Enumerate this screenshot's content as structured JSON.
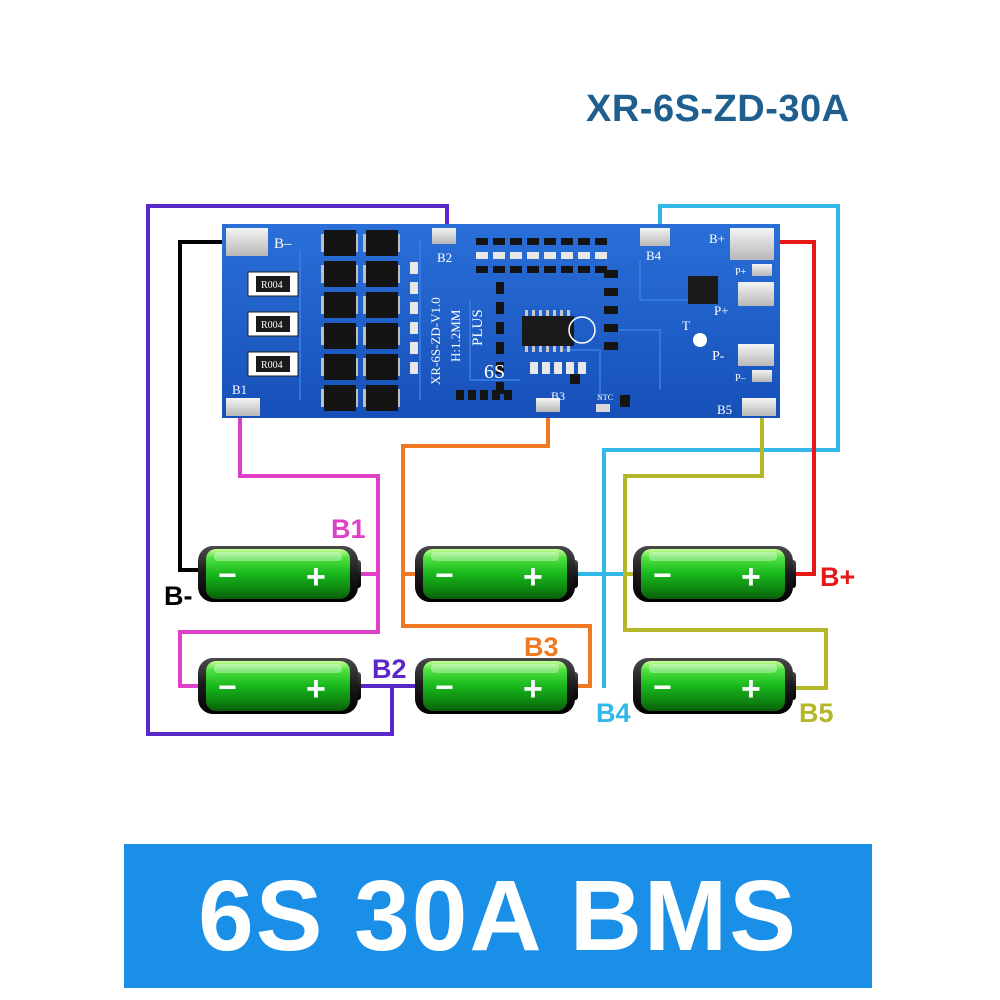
{
  "model_name": "XR-6S-ZD-30A",
  "banner_text": "6S 30A BMS",
  "board": {
    "pads": {
      "b_minus": "B–",
      "b1": "B1",
      "b2": "B2",
      "b3": "B3",
      "b4": "B4",
      "b5": "B5",
      "b_plus": "B+",
      "p_plus_small": "P+",
      "p_plus": "P+",
      "p_minus": "P-",
      "p_minus_small": "P–",
      "t": "T",
      "ntc": "NTC"
    },
    "resistors": [
      "R004",
      "R004",
      "R004"
    ],
    "silkscreen": {
      "board_id": "XR-6S-ZD-V1.0",
      "thickness": "H:1.2MM",
      "plus": "PLUS",
      "series": "6S"
    }
  },
  "wire_labels": {
    "b_minus": "B-",
    "b1": "B1",
    "b2": "B2",
    "b3": "B3",
    "b4": "B4",
    "b5": "B5",
    "b_plus": "B+"
  },
  "cells": [
    {
      "id": "cell-1",
      "minus": "−",
      "plus": "+"
    },
    {
      "id": "cell-2",
      "minus": "−",
      "plus": "+"
    },
    {
      "id": "cell-3",
      "minus": "−",
      "plus": "+"
    },
    {
      "id": "cell-4",
      "minus": "−",
      "plus": "+"
    },
    {
      "id": "cell-5",
      "minus": "−",
      "plus": "+"
    },
    {
      "id": "cell-6",
      "minus": "−",
      "plus": "+"
    }
  ],
  "colors": {
    "b_minus": "#000000",
    "b1": "#e040c8",
    "b2": "#5a28c8",
    "b3": "#f07820",
    "b4": "#30b8e8",
    "b5": "#b4b828",
    "b_plus": "#e81818",
    "pcb": "#1a5ec8",
    "banner": "#1a8fe8",
    "title": "#1f5f8f"
  }
}
